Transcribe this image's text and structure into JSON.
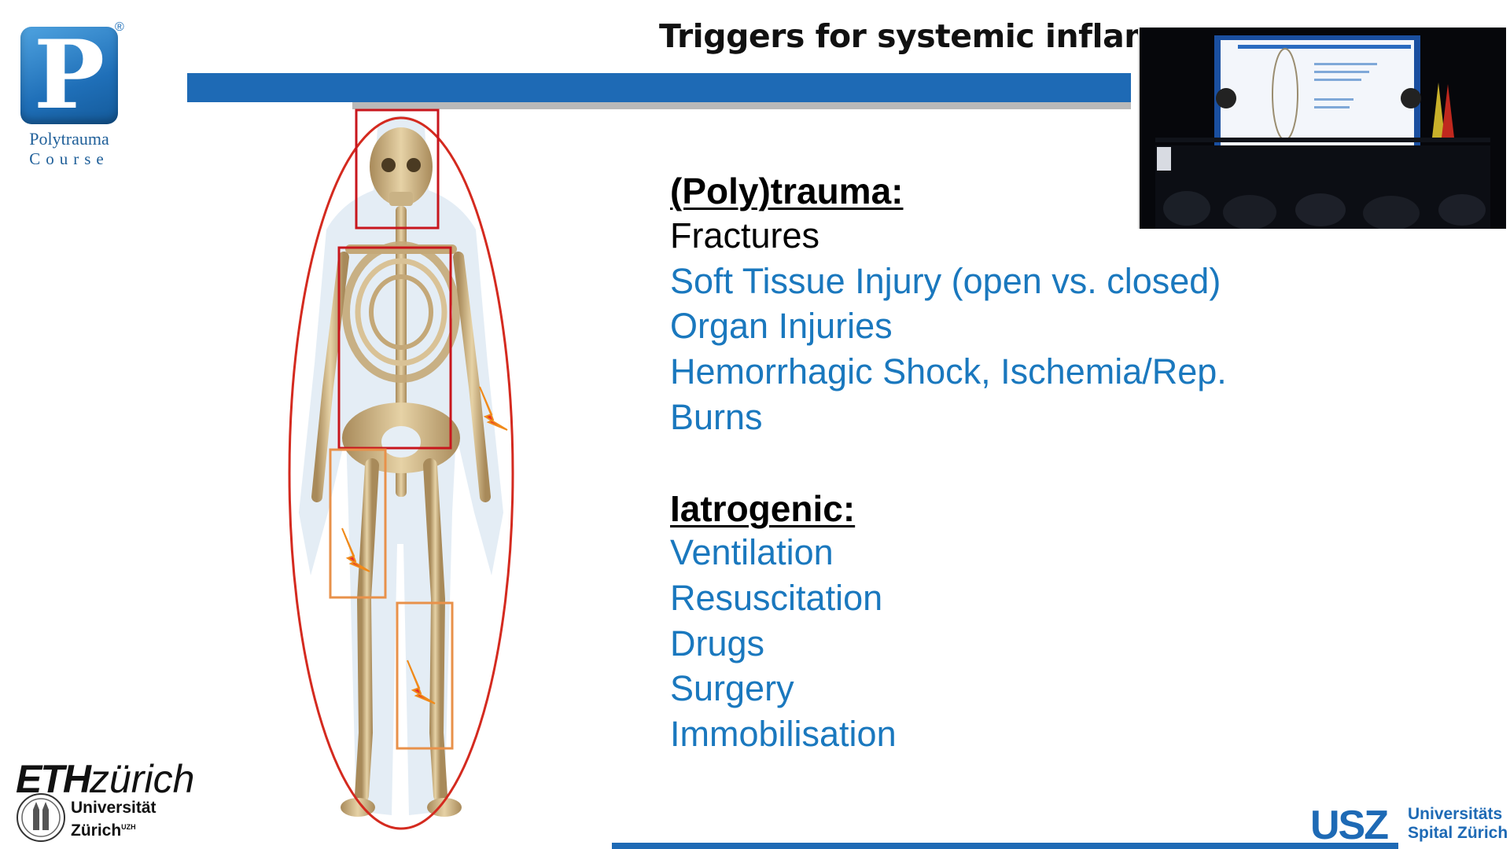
{
  "logo": {
    "letter": "P",
    "reg_mark": "®",
    "line1": "Polytrauma",
    "line2": "Course"
  },
  "slide": {
    "title": "Triggers for systemic inflamma",
    "sections": [
      {
        "heading": "(Poly)trauma:",
        "items": [
          {
            "text": "Fractures",
            "color": "#000000"
          },
          {
            "text": "Soft Tissue Injury (open vs. closed)",
            "color": "#1a78be"
          },
          {
            "text": "Organ Injuries",
            "color": "#1a78be"
          },
          {
            "text": "Hemorrhagic Shock, Ischemia/Rep.",
            "color": "#1a78be"
          },
          {
            "text": "Burns",
            "color": "#1a78be"
          }
        ]
      },
      {
        "heading": "Iatrogenic:",
        "items": [
          {
            "text": "Ventilation",
            "color": "#1a78be"
          },
          {
            "text": "Resuscitation",
            "color": "#1a78be"
          },
          {
            "text": "Drugs",
            "color": "#1a78be"
          },
          {
            "text": "Surgery",
            "color": "#1a78be"
          },
          {
            "text": "Immobilisation",
            "color": "#1a78be"
          }
        ]
      }
    ]
  },
  "footer": {
    "eth_bold": "ETH",
    "eth_italic": "zürich",
    "uzh_line1": "Universität",
    "uzh_line2": "Zürich",
    "uzh_sup": "UZH",
    "usz_mark": "USZ",
    "usz_line1": "Universitäts",
    "usz_line2": "Spital Zürich"
  },
  "colors": {
    "accent_blue": "#1e6ab5",
    "text_blue": "#1a78be",
    "outline_red": "#d42a1f",
    "box_orange": "#e8914a"
  },
  "icons": [
    "lightning-icon",
    "skeleton-illustration",
    "video-thumbnail"
  ]
}
